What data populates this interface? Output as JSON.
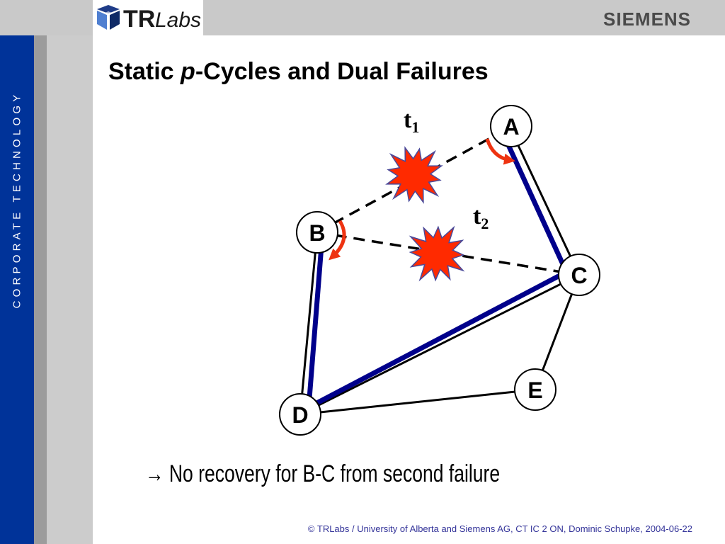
{
  "header": {
    "logo_tr": "TR",
    "logo_labs": "Labs",
    "brand_right": "SIEMENS"
  },
  "sidebar": {
    "vertical_text": "CORPORATE   TECHNOLOGY"
  },
  "slide": {
    "title_prefix": "Static ",
    "title_italic": "p",
    "title_suffix": "-Cycles and Dual Failures",
    "bullet_arrow": "→",
    "bullet_text": " No recovery for B-C from second failure",
    "footer": "© TRLabs / University of Alberta and Siemens AG, CT IC 2 ON, Dominic Schupke, 2004-06-22"
  },
  "diagram": {
    "nodes": [
      "A",
      "B",
      "C",
      "D",
      "E"
    ],
    "failures": [
      {
        "label": "t",
        "subscript": "1"
      },
      {
        "label": "t",
        "subscript": "2"
      }
    ],
    "colors": {
      "cycle": "#00008b",
      "burst_fill": "#ff2a00",
      "burst_stroke": "#4a4a9a",
      "arrow": "#ee3311",
      "link": "#000000"
    }
  }
}
